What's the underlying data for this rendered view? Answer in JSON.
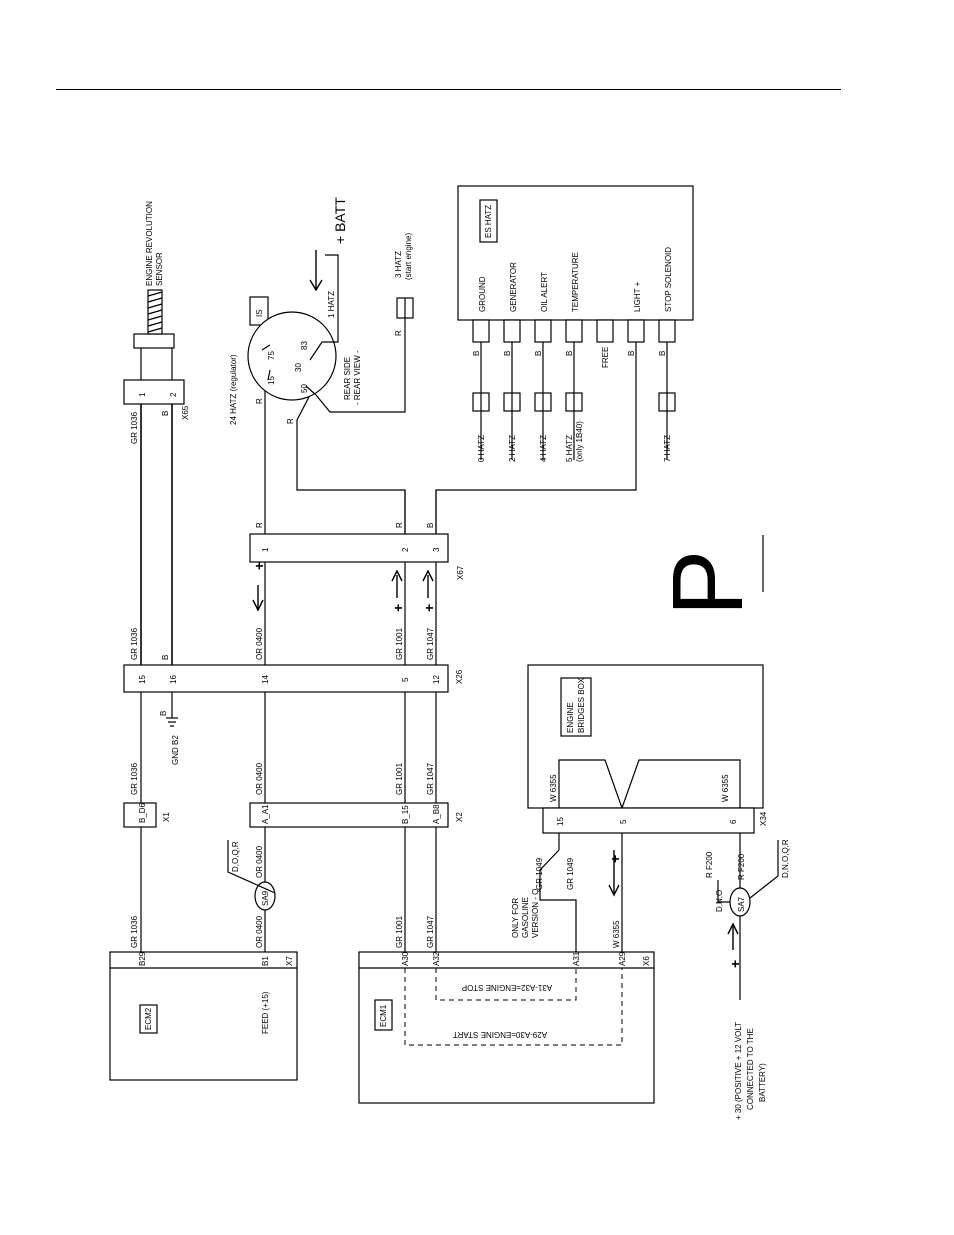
{
  "page": {
    "section_letter": "P"
  },
  "modules": {
    "es_hatz": {
      "label": "ES HATZ",
      "pins": [
        "GROUND",
        "GENERATOR",
        "OIL ALERT",
        "TEMPERATURE",
        "",
        "LIGHT +",
        "STOP SOLENOID"
      ],
      "wire_colors": [
        "B",
        "B",
        "B",
        "B",
        "FREE",
        "B",
        "B"
      ]
    },
    "ecm2": {
      "label": "ECM2",
      "feed": "FEED (+15)",
      "pins": [
        "B29",
        "B1"
      ],
      "connector": "X7"
    },
    "ecm1": {
      "label": "ECM1",
      "pins": [
        "A30",
        "A32",
        "A31",
        "A29"
      ],
      "connector": "X6",
      "stop_label": "A31-A32=ENGINE STOP",
      "start_label": "A29-A30=ENGINE START"
    },
    "bridges_box": {
      "label_line1": "ENGINE",
      "label_line2": "BRIDGES BOX",
      "wire_left": "W 6355",
      "wire_right": "W 6355",
      "pins": [
        "15",
        "5",
        "6"
      ],
      "connector": "X34"
    }
  },
  "sensor": {
    "line1": "ENGINE REVOLUTION",
    "line2": "SENSOR",
    "pins": [
      "1",
      "2"
    ],
    "connector": "X65",
    "wires": [
      "GR 1036",
      "B"
    ]
  },
  "switch": {
    "label": "IS",
    "regulator": "24 HATZ (regulator)",
    "terminals": [
      "15",
      "75",
      "30",
      "83",
      "50"
    ],
    "view_line1": "REAR SIDE",
    "view_line2": "- REAR VIEW -",
    "hatz1": "1 HATZ",
    "batt": "+ BATT",
    "hatz3": "3 HATZ",
    "hatz3_sub": "(start engine)",
    "wire_r": "R"
  },
  "hatz_wires": {
    "labels": [
      "0 HATZ",
      "2 HATZ",
      "4 HATZ",
      "5 HATZ",
      "7 HATZ"
    ],
    "sub5": "(only 1B40)"
  },
  "connectors": {
    "x67": {
      "name": "X67",
      "pins": [
        "1",
        "2",
        "3"
      ],
      "wires": [
        "R",
        "R",
        "B"
      ]
    },
    "x26": {
      "name": "X26",
      "pins": [
        "15",
        "16",
        "14",
        "5",
        "12"
      ],
      "wires_top": [
        "GR 1036",
        "B",
        "OR 0400",
        "GR 1001",
        "GR 1047"
      ]
    },
    "gnd": {
      "wire": "B",
      "label": "GND B2"
    },
    "x1": {
      "name": "X1",
      "pin": "B_D6",
      "wires": [
        "GR 1036",
        "GR 1036"
      ]
    },
    "x2": {
      "name": "X2",
      "pins": [
        "A_A1",
        "B_15",
        "A_B8"
      ],
      "wires": [
        "OR 0400",
        "GR 1001",
        "GR 1047"
      ]
    },
    "sa9": {
      "name": "SA9",
      "wire": "OR 0400",
      "bottom_wire": "OR 0400",
      "variant": "D,O,Q,R"
    },
    "sa7": {
      "name": "SA7",
      "wire": "R F200",
      "bottom_wire": "R F200",
      "variant": "D,N,O,Q,R",
      "left_variant": "D,N,O"
    },
    "lower_wires": [
      "GR 1001",
      "GR 1047",
      "GR 1049",
      "GR 1049",
      "W 6355"
    ]
  },
  "notes": {
    "gasoline_line1": "ONLY FOR",
    "gasoline_line2": "GASOLINE",
    "gasoline_line3": "VERSION - Q",
    "battery_line1": "+ 30 (POSITIVE + 12 VOLT",
    "battery_line2": "CONNECTED TO THE",
    "battery_line3": "BATTERY)",
    "plus": "+"
  }
}
